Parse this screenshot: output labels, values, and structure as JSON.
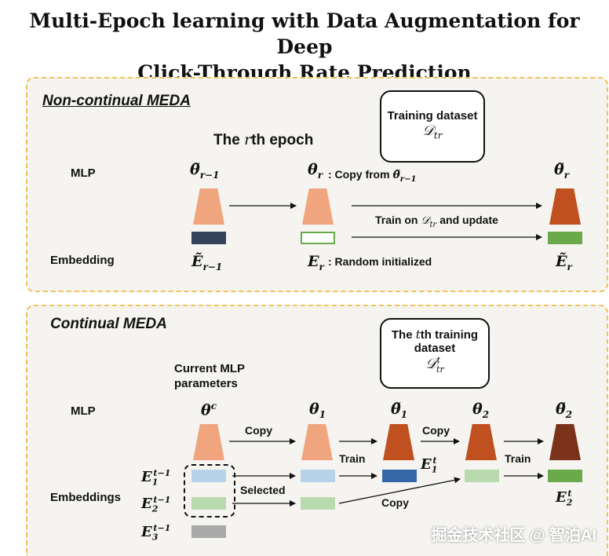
{
  "title_line1": "Multi-Epoch learning with Data Augmentation for Deep",
  "title_line2": "Click-Through Rate Prediction",
  "top": {
    "section_title": "Non-continual MEDA",
    "epoch_label": "The rth epoch",
    "dataset_label": "Training dataset",
    "dataset_symbol": "D_tr",
    "mlp_label": "MLP",
    "embedding_label": "Embedding",
    "theta_prev": "θ̃ r−1",
    "theta_r": "θ r",
    "copy_label": ": Copy from θ̃ r−1",
    "theta_r_tilde": "θ̃ r",
    "train_label": "Train on D_tr and update",
    "E_prev": "Ẽ r−1",
    "E_r": "E r",
    "random_label": ": Random initialized",
    "E_r_tilde": "Ẽ r"
  },
  "bottom": {
    "section_title": "Continual MEDA",
    "dataset_label1": "The tth training",
    "dataset_label2": "dataset",
    "dataset_symbol": "D^t_tr",
    "current_mlp_label1": "Current MLP",
    "current_mlp_label2": "parameters",
    "mlp_label": "MLP",
    "embeddings_label": "Embeddings",
    "theta_c": "θc",
    "theta_1": "θ1",
    "theta_1_tilde": "θ̃1",
    "theta_2": "θ2",
    "theta_2_tilde": "θ̃2",
    "copy_label1": "Copy",
    "copy_label2": "Copy",
    "copy_label3": "Copy",
    "train_label1": "Train",
    "train_label2": "Train",
    "selected_label": "Selected",
    "E1_prev": "E1 t−1",
    "E2_prev": "E2 t−1",
    "E3_prev": "E3 t−1",
    "E1_t": "E1 t",
    "E2_t": "E2 t"
  },
  "watermark": "掘金技术社区 @ 智泊AI",
  "colors": {
    "panel_border": "#f0c45a",
    "mlp_light": "#f0a57e",
    "mlp_dark": "#c0501f",
    "mlp_darkest": "#7a3318",
    "embed_navy": "#34435a",
    "embed_green": "#6aaa4a",
    "embed_lightblue": "#b7d3ea",
    "embed_lightgreen": "#b9d9ae",
    "embed_blue": "#3567a8",
    "embed_gray": "#a9a9a9"
  }
}
